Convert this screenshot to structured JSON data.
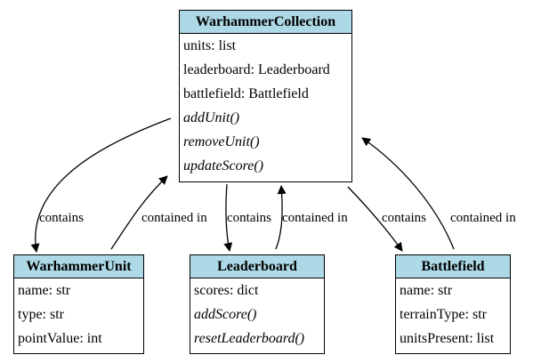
{
  "classes": {
    "collection": {
      "name": "WarhammerCollection",
      "attributes": [
        "units: list",
        "leaderboard: Leaderboard",
        "battlefield: Battlefield"
      ],
      "methods": [
        "addUnit()",
        "removeUnit()",
        "updateScore()"
      ]
    },
    "unit": {
      "name": "WarhammerUnit",
      "attributes": [
        "name: str",
        "type: str",
        "pointValue: int"
      ],
      "methods": []
    },
    "leaderboard": {
      "name": "Leaderboard",
      "attributes": [
        "scores: dict"
      ],
      "methods": [
        "addScore()",
        "resetLeaderboard()"
      ]
    },
    "battlefield": {
      "name": "Battlefield",
      "attributes": [
        "name: str",
        "terrainType: str",
        "unitsPresent: list"
      ],
      "methods": []
    }
  },
  "edges": {
    "collection_to_unit": "contains",
    "unit_to_collection": "contained in",
    "collection_to_leaderboard": "contains",
    "leaderboard_to_collection": "contained in",
    "collection_to_battlefield": "contains",
    "battlefield_to_collection": "contained in"
  },
  "colors": {
    "header_fill": "#add8e6",
    "border": "#000000",
    "background": "#ffffff"
  }
}
